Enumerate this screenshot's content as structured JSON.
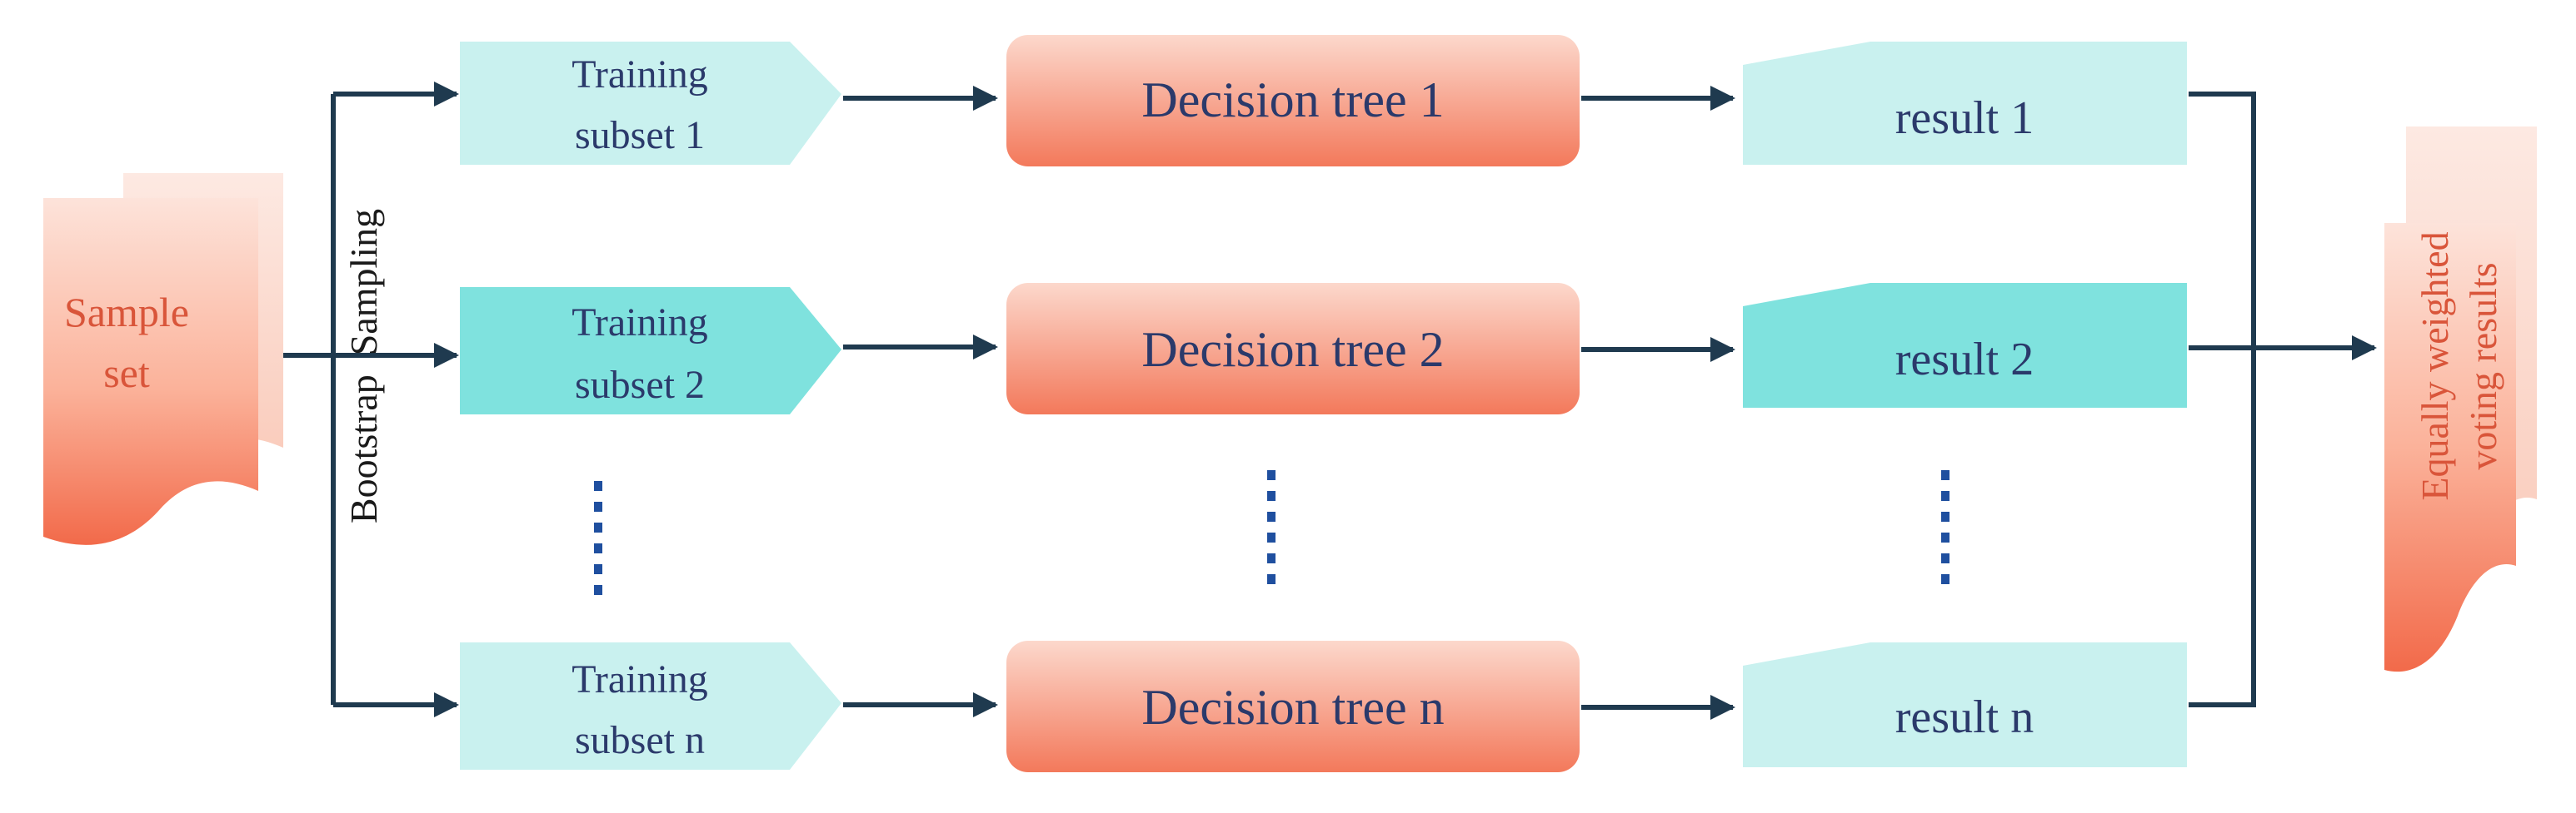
{
  "sample_set": {
    "line1": "Sample",
    "line2": "set"
  },
  "sampling_label": "Bootstrap  Sampling",
  "training": [
    {
      "line1": "Training",
      "line2": "subset 1"
    },
    {
      "line1": "Training",
      "line2": "subset 2"
    },
    {
      "line1": "Training",
      "line2": "subset n"
    }
  ],
  "trees": [
    "Decision tree 1",
    "Decision tree 2",
    "Decision tree n"
  ],
  "results": [
    "result 1",
    "result 2",
    "result n"
  ],
  "output": {
    "line1": "Equally weighted",
    "line2": "voting results"
  },
  "colors": {
    "light_cyan": "#c9f1ef",
    "mid_cyan": "#7fe2de",
    "orange_top": "#fcd8cc",
    "orange_bottom": "#f3795b",
    "arrow": "#1f3a4f",
    "dots": "#1f4f9f",
    "navy_text": "#2b3a6b",
    "orange_text": "#d9553a"
  }
}
